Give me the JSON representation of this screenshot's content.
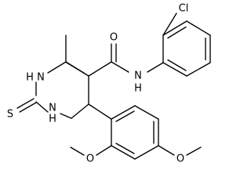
{
  "molecule": {
    "atom_labels": {
      "chlorine": "Cl",
      "carbonyl_oxygen": "O",
      "amide_nitrogen": "N",
      "amide_hydrogen": "H",
      "ring_nh_upper": "H",
      "ring_n_upper": "N",
      "ring_nh_lower": "H",
      "ring_n_lower": "N",
      "thione_sulfur": "S",
      "methoxy_oxygen_ortho": "O",
      "methoxy_oxygen_para": "O"
    }
  }
}
